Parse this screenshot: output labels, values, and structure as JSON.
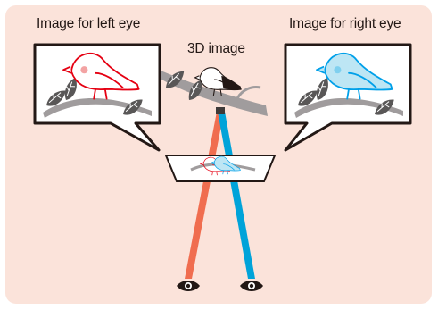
{
  "labels": {
    "left_eye": "Image for left eye",
    "center": "3D image",
    "right_eye": "Image for right eye"
  },
  "colors": {
    "background": "#fbe3da",
    "left_eye_red": "#e50012",
    "right_eye_cyan": "#00a0e9",
    "left_ray": "#f06d4f",
    "right_ray": "#00a3d9",
    "branch_gray": "#a09c9d",
    "outline": "#231815"
  },
  "icons": [
    "bird-icon",
    "eye-icon",
    "speech-bubble-frame",
    "display-screen"
  ]
}
